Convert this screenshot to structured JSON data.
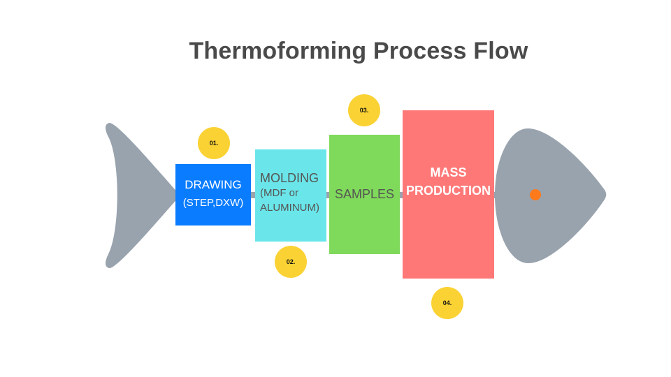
{
  "title": "Thermoforming Process Flow",
  "colors": {
    "fish_body": "#99a3ae",
    "eye": "#ff7a1a",
    "badge": "#fad234",
    "drawing": "#0a7cff",
    "molding": "#6ae6ea",
    "samples": "#7fd95a",
    "mass_production": "#ff7878",
    "title_text": "#4a4a4a"
  },
  "steps": [
    {
      "number": "01.",
      "title": "DRAWING",
      "subtitle": "(STEP,DXW)"
    },
    {
      "number": "02.",
      "title": "MOLDING",
      "subtitle_line1": "(MDF or",
      "subtitle_line2": "ALUMINUM)"
    },
    {
      "number": "03.",
      "title": "SAMPLES"
    },
    {
      "number": "04.",
      "title_line1": "MASS",
      "title_line2": "PRODUCTION"
    }
  ],
  "icons": {
    "tail": "fish-tail-icon",
    "head": "fish-head-icon",
    "eye": "fish-eye-icon",
    "spine": "fish-spine-line"
  }
}
